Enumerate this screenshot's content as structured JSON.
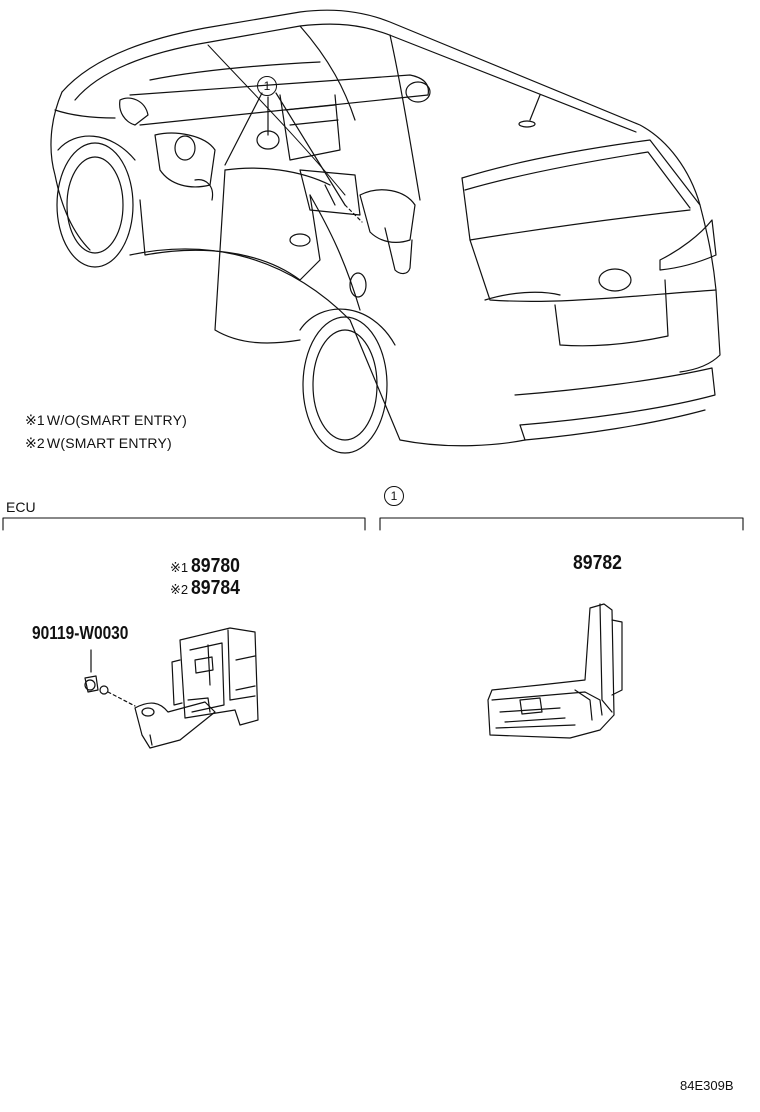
{
  "notes": [
    {
      "mark": "※1",
      "text": "W/O(SMART ENTRY)"
    },
    {
      "mark": "※2",
      "text": "W(SMART ENTRY)"
    }
  ],
  "callout_top": "1",
  "sections": {
    "left": {
      "label": "ECU"
    },
    "right": {
      "label": "1"
    }
  },
  "parts": {
    "ecu_1": {
      "mark": "※1",
      "number": "89780"
    },
    "ecu_2": {
      "mark": "※2",
      "number": "89784"
    },
    "bolt": {
      "number": "90119-W0030"
    },
    "right_part": {
      "number": "89782"
    }
  },
  "diagram_code": "84E309B"
}
